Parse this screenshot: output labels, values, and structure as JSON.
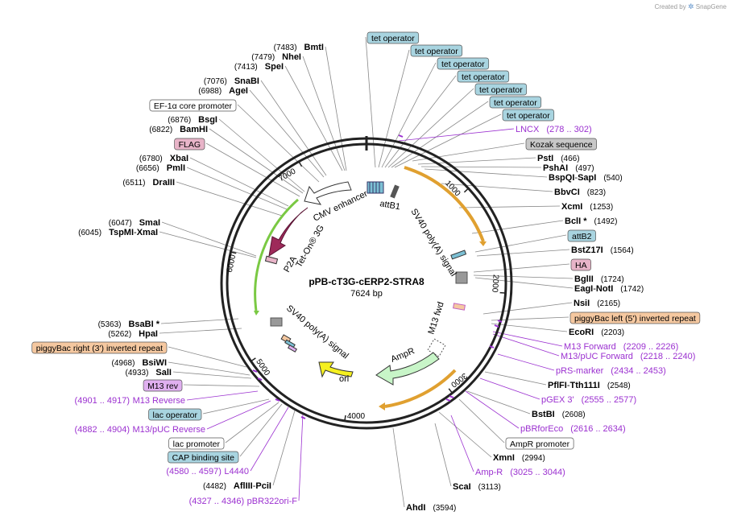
{
  "brand": {
    "created_by": "Created by",
    "app": "SnapGene"
  },
  "plasmid": {
    "name": "pPB-cT3G-cERP2-STRA8",
    "length": "7624 bp"
  },
  "colors": {
    "tet": "#a8d4e0",
    "kozak": "#c8c8c8",
    "attb2": "#a8d4e0",
    "ha": "#e8b4c8",
    "piggy": "#f5c8a0",
    "flag": "#e8b4c8",
    "m13rev": "#e0b0f0",
    "lac": "#a8d4e0",
    "cap": "#a8d4e0",
    "white": "#ffffff",
    "primer": "#9b30d0",
    "tet_on": "#9e2a5a",
    "ampr": "#c8f5c8",
    "ori": "#f5f020",
    "gold": "#e0a030",
    "green": "#7ac943"
  },
  "ticks": [
    "1000",
    "2000",
    "3000",
    "4000",
    "5000",
    "6000",
    "7000"
  ],
  "features": {
    "cmv": "CMV enhancer",
    "tet_on": "Tet-On® 3G",
    "p2a": "P2A",
    "attb1": "attB1",
    "sv40a": "SV40 poly(A) signal",
    "m13fwd": "M13 fwd",
    "ampr": "AmpR",
    "ori": "ori",
    "sv40b": "SV40 poly(A) signal"
  },
  "right_labels": [
    {
      "kind": "pill",
      "text": "tet operator",
      "color": "tet"
    },
    {
      "kind": "pill",
      "text": "tet operator",
      "color": "tet"
    },
    {
      "kind": "pill",
      "text": "tet operator",
      "color": "tet"
    },
    {
      "kind": "pill",
      "text": "tet operator",
      "color": "tet"
    },
    {
      "kind": "pill",
      "text": "tet operator",
      "color": "tet"
    },
    {
      "kind": "pill",
      "text": "tet operator",
      "color": "tet"
    },
    {
      "kind": "pill",
      "text": "tet operator",
      "color": "tet"
    },
    {
      "kind": "primer",
      "text": "LNCX",
      "pos": "(278 .. 302)"
    },
    {
      "kind": "pill",
      "text": "Kozak sequence",
      "color": "kozak"
    },
    {
      "kind": "enz",
      "text": "PstI",
      "pos": "(466)"
    },
    {
      "kind": "enz",
      "text": "PshAI",
      "pos": "(497)"
    },
    {
      "kind": "enz",
      "text": "BspQI",
      "sep": " - ",
      "text2": "SapI",
      "pos": "(540)"
    },
    {
      "kind": "enz",
      "text": "BbvCI",
      "pos": "(823)"
    },
    {
      "kind": "enz",
      "text": "XcmI",
      "pos": "(1253)"
    },
    {
      "kind": "enz",
      "text": "BclI *",
      "pos": "(1492)"
    },
    {
      "kind": "pill",
      "text": "attB2",
      "color": "attb2"
    },
    {
      "kind": "enz",
      "text": "BstZ17I",
      "pos": "(1564)"
    },
    {
      "kind": "pill",
      "text": "HA",
      "color": "ha"
    },
    {
      "kind": "enz",
      "text": "BglII",
      "pos": "(1724)"
    },
    {
      "kind": "enz",
      "text": "EagI",
      "sep": " - ",
      "text2": "NotI",
      "pos": "(1742)"
    },
    {
      "kind": "enz",
      "text": "NsiI",
      "pos": "(2165)"
    },
    {
      "kind": "pill",
      "text": "piggyBac left (5') inverted repeat",
      "color": "piggy"
    },
    {
      "kind": "enz",
      "text": "EcoRI",
      "pos": "(2203)"
    },
    {
      "kind": "primer",
      "text": "M13 Forward",
      "pos": "(2209 .. 2226)"
    },
    {
      "kind": "primer",
      "text": "M13/pUC Forward",
      "pos": "(2218 .. 2240)"
    },
    {
      "kind": "primer",
      "text": "pRS-marker",
      "pos": "(2434 .. 2453)"
    },
    {
      "kind": "enz",
      "text": "PflFI",
      "sep": " - ",
      "text2": "Tth111I",
      "pos": "(2548)"
    },
    {
      "kind": "primer",
      "text": "pGEX 3'",
      "pos": "(2555 .. 2577)"
    },
    {
      "kind": "enz",
      "text": "BstBI",
      "pos": "(2608)"
    },
    {
      "kind": "primer",
      "text": "pBRforEco",
      "pos": "(2616 .. 2634)"
    },
    {
      "kind": "pill",
      "text": "AmpR promoter",
      "color": "white"
    },
    {
      "kind": "enz",
      "text": "XmnI",
      "pos": "(2994)"
    },
    {
      "kind": "primer",
      "text": "Amp-R",
      "pos": "(3025 .. 3044)"
    },
    {
      "kind": "enz",
      "text": "ScaI",
      "pos": "(3113)"
    },
    {
      "kind": "enz",
      "text": "AhdI",
      "pos": "(3594)"
    }
  ],
  "left_labels": [
    {
      "kind": "enz",
      "text": "BmtI",
      "pos": "(7483)"
    },
    {
      "kind": "enz",
      "text": "NheI",
      "pos": "(7479)"
    },
    {
      "kind": "enz",
      "text": "SpeI",
      "pos": "(7413)"
    },
    {
      "kind": "enz",
      "text": "SnaBI",
      "pos": "(7076)"
    },
    {
      "kind": "enz",
      "text": "AgeI",
      "pos": "(6988)"
    },
    {
      "kind": "pill",
      "text": "EF-1α core promoter",
      "color": "white"
    },
    {
      "kind": "enz",
      "text": "BsgI",
      "pos": "(6876)"
    },
    {
      "kind": "enz",
      "text": "BamHI",
      "pos": "(6822)"
    },
    {
      "kind": "pill",
      "text": "FLAG",
      "color": "flag"
    },
    {
      "kind": "enz",
      "text": "XbaI",
      "pos": "(6780)"
    },
    {
      "kind": "enz",
      "text": "PmlI",
      "pos": "(6656)"
    },
    {
      "kind": "enz",
      "text": "DraIII",
      "pos": "(6511)"
    },
    {
      "kind": "enz",
      "text": "SmaI",
      "pos": "(6047)"
    },
    {
      "kind": "enz",
      "text": "TspMI",
      "sep": " - ",
      "text2": "XmaI",
      "pos": "(6045)"
    },
    {
      "kind": "enz",
      "text": "BsaBI *",
      "pos": "(5363)"
    },
    {
      "kind": "enz",
      "text": "HpaI",
      "pos": "(5262)"
    },
    {
      "kind": "pill",
      "text": "piggyBac right (3') inverted repeat",
      "color": "piggy"
    },
    {
      "kind": "enz",
      "text": "BsiWI",
      "pos": "(4968)"
    },
    {
      "kind": "enz",
      "text": "SalI",
      "pos": "(4933)"
    },
    {
      "kind": "pill",
      "text": "M13 rev",
      "color": "m13rev"
    },
    {
      "kind": "primer",
      "text": "M13 Reverse",
      "pos": "(4901 .. 4917)"
    },
    {
      "kind": "pill",
      "text": "lac operator",
      "color": "lac"
    },
    {
      "kind": "primer",
      "text": "M13/pUC Reverse",
      "pos": "(4882 .. 4904)"
    },
    {
      "kind": "pill",
      "text": "lac promoter",
      "color": "white"
    },
    {
      "kind": "pill",
      "text": "CAP binding site",
      "color": "cap"
    },
    {
      "kind": "primer",
      "text": "L4440",
      "pos": "(4580 .. 4597)"
    },
    {
      "kind": "enz",
      "text": "AflIII",
      "sep": " - ",
      "text2": "PciI",
      "pos": "(4482)"
    },
    {
      "kind": "primer",
      "text": "pBR322ori-F",
      "pos": "(4327 .. 4346)"
    }
  ]
}
